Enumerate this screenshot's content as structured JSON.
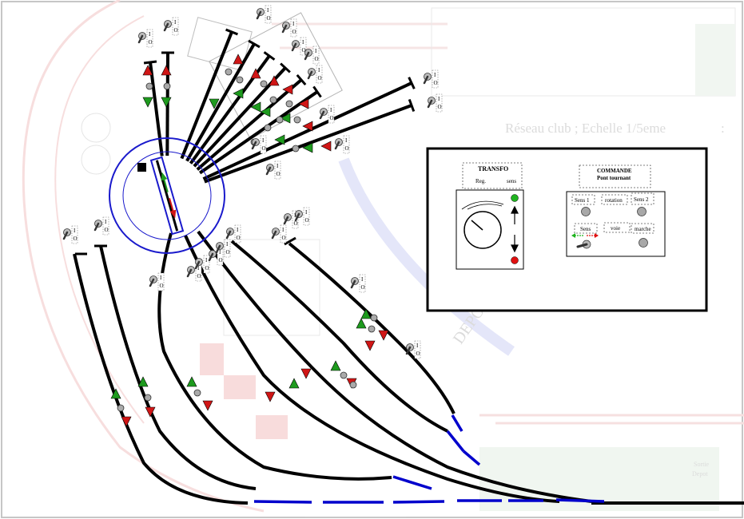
{
  "background": {
    "title": "Réseau club ;  Echelle 1/5eme",
    "title_suffix": ":",
    "watermark": "DEPOT",
    "corner_line1": "Sortie",
    "corner_line2": "Depot"
  },
  "switch_label": {
    "top": "I",
    "bottom": "O"
  },
  "colors": {
    "track": "#000000",
    "turnout": "#0000cc",
    "signal_green": "#1e9a1e",
    "signal_red": "#d01616",
    "turntable": "#1a1acc"
  },
  "control_panel": {
    "transfo": {
      "title": "TRANSFO",
      "reg_label": "Reg.",
      "sens_label": "sens"
    },
    "commande": {
      "title": "COMMANDE",
      "subtitle": "Pont tournant",
      "sens1": "Sens 1",
      "rotation": "rotation",
      "sens2": "Sens 2",
      "sens": "Sens",
      "voie": "voie",
      "marche": "marche"
    }
  }
}
